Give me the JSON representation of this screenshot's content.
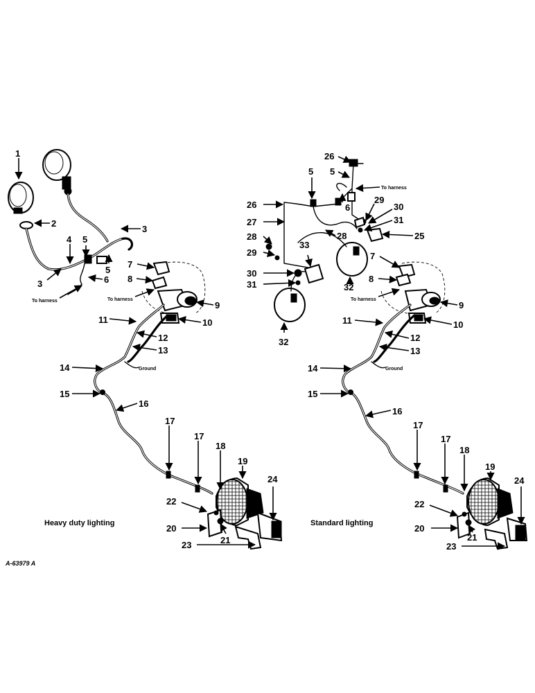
{
  "captions": {
    "left": "Heavy duty lighting",
    "right": "Standard lighting",
    "drawing_code": "A-63979 A"
  },
  "notes": {
    "to_harness": "To harness",
    "ground": "Ground"
  },
  "callouts": [
    "1",
    "2",
    "3",
    "4",
    "5",
    "6",
    "7",
    "8",
    "9",
    "10",
    "11",
    "12",
    "13",
    "14",
    "15",
    "16",
    "17",
    "18",
    "19",
    "20",
    "21",
    "22",
    "23",
    "24",
    "25",
    "26",
    "27",
    "28",
    "29",
    "30",
    "31",
    "32",
    "33"
  ]
}
